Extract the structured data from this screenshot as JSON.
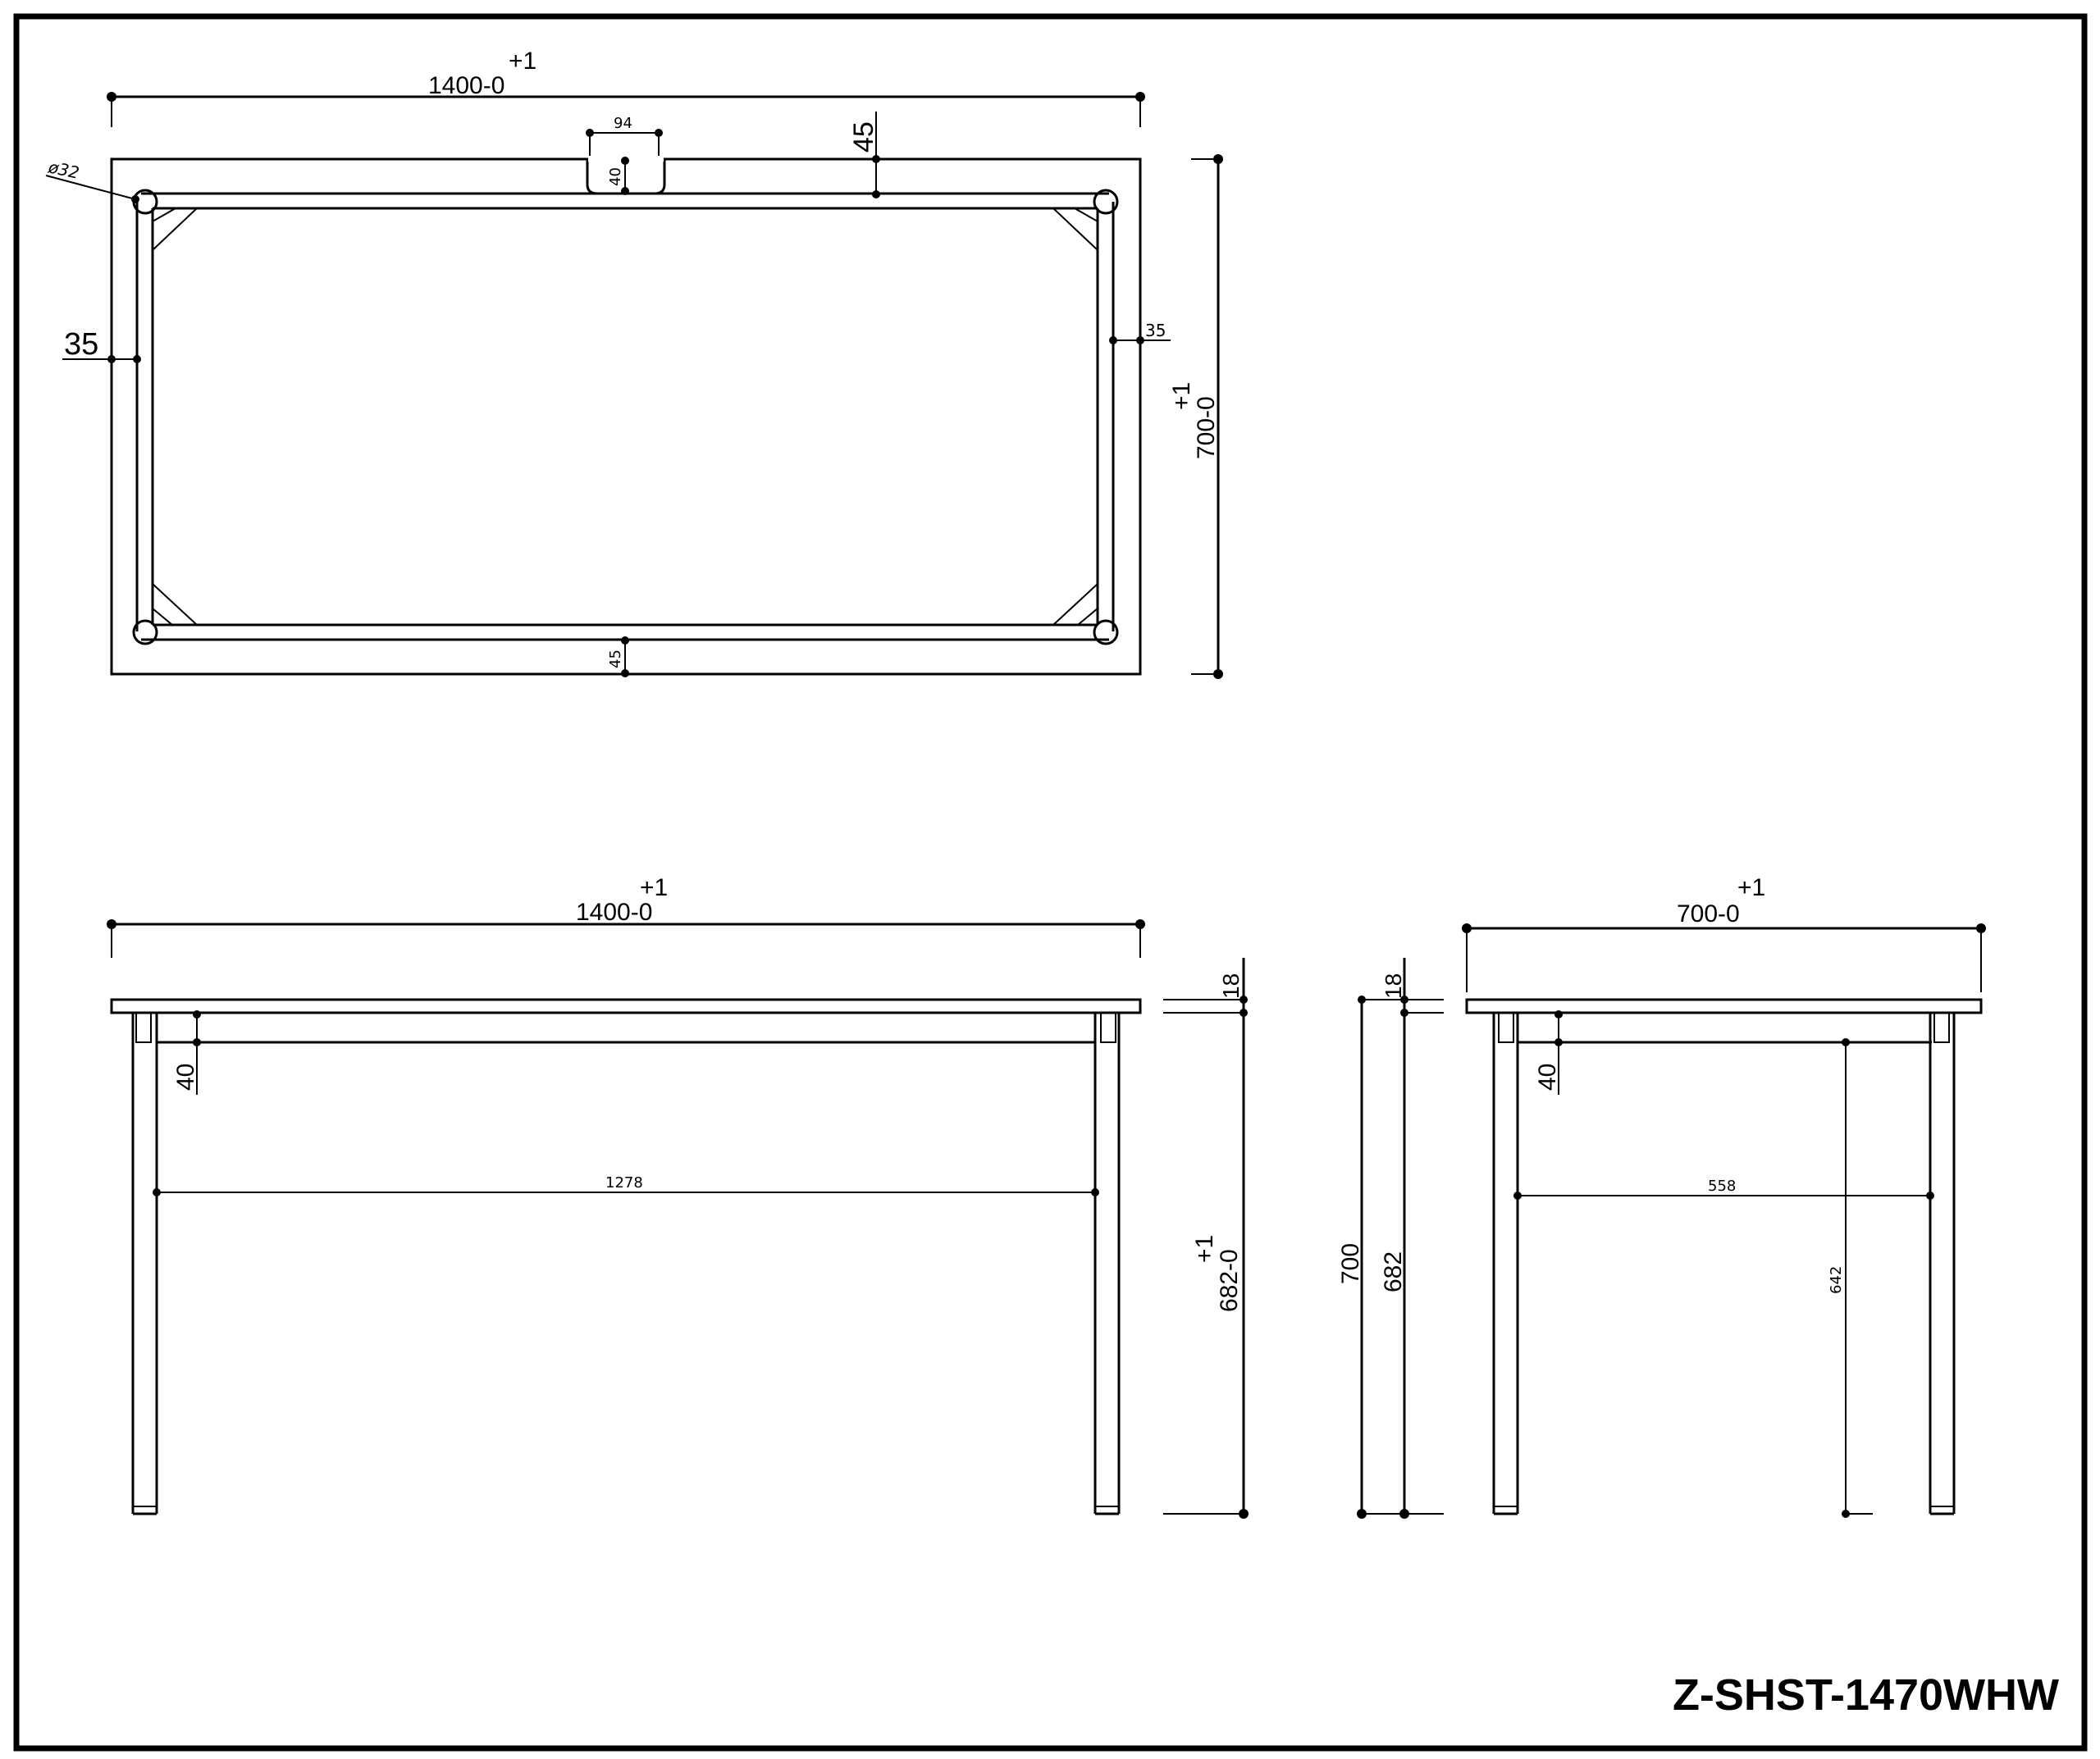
{
  "drawing": {
    "model_code": "Z-SHST-1470WHW",
    "line_color": "#000000",
    "background": "#ffffff"
  },
  "top_view": {
    "width_dim": {
      "value": "1400-0",
      "tolerance": "+1"
    },
    "depth_dim": {
      "value": "700-0",
      "tolerance": "+1"
    },
    "notch_width": "94",
    "notch_depth": "40",
    "apron_offset_back": "45",
    "apron_offset_front": "45",
    "side_offset_left": "35",
    "side_offset_right": "35",
    "leg_diameter": "ø32"
  },
  "front_view": {
    "width_dim": {
      "value": "1400-0",
      "tolerance": "+1"
    },
    "apron_height": "40",
    "inner_leg_span": "1278",
    "top_thickness": "18",
    "leg_height": {
      "value": "682-0",
      "tolerance": "+1"
    }
  },
  "side_view": {
    "depth_dim": {
      "value": "700-0",
      "tolerance": "+1"
    },
    "apron_height": "40",
    "inner_leg_span": "558",
    "apron_to_floor": "642",
    "top_thickness": "18",
    "total_height": "700",
    "leg_height": "682"
  }
}
